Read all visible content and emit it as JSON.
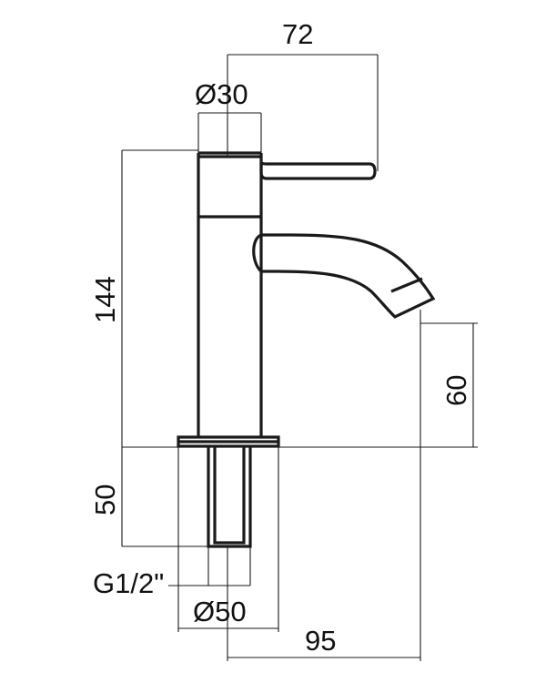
{
  "dimensions": {
    "spout_reach_top": "72",
    "body_diameter": "Ø30",
    "body_height": "144",
    "spout_height": "60",
    "shank_length": "50",
    "thread": "G1/2\"",
    "base_diameter": "Ø50",
    "spout_reach_bottom": "95"
  }
}
